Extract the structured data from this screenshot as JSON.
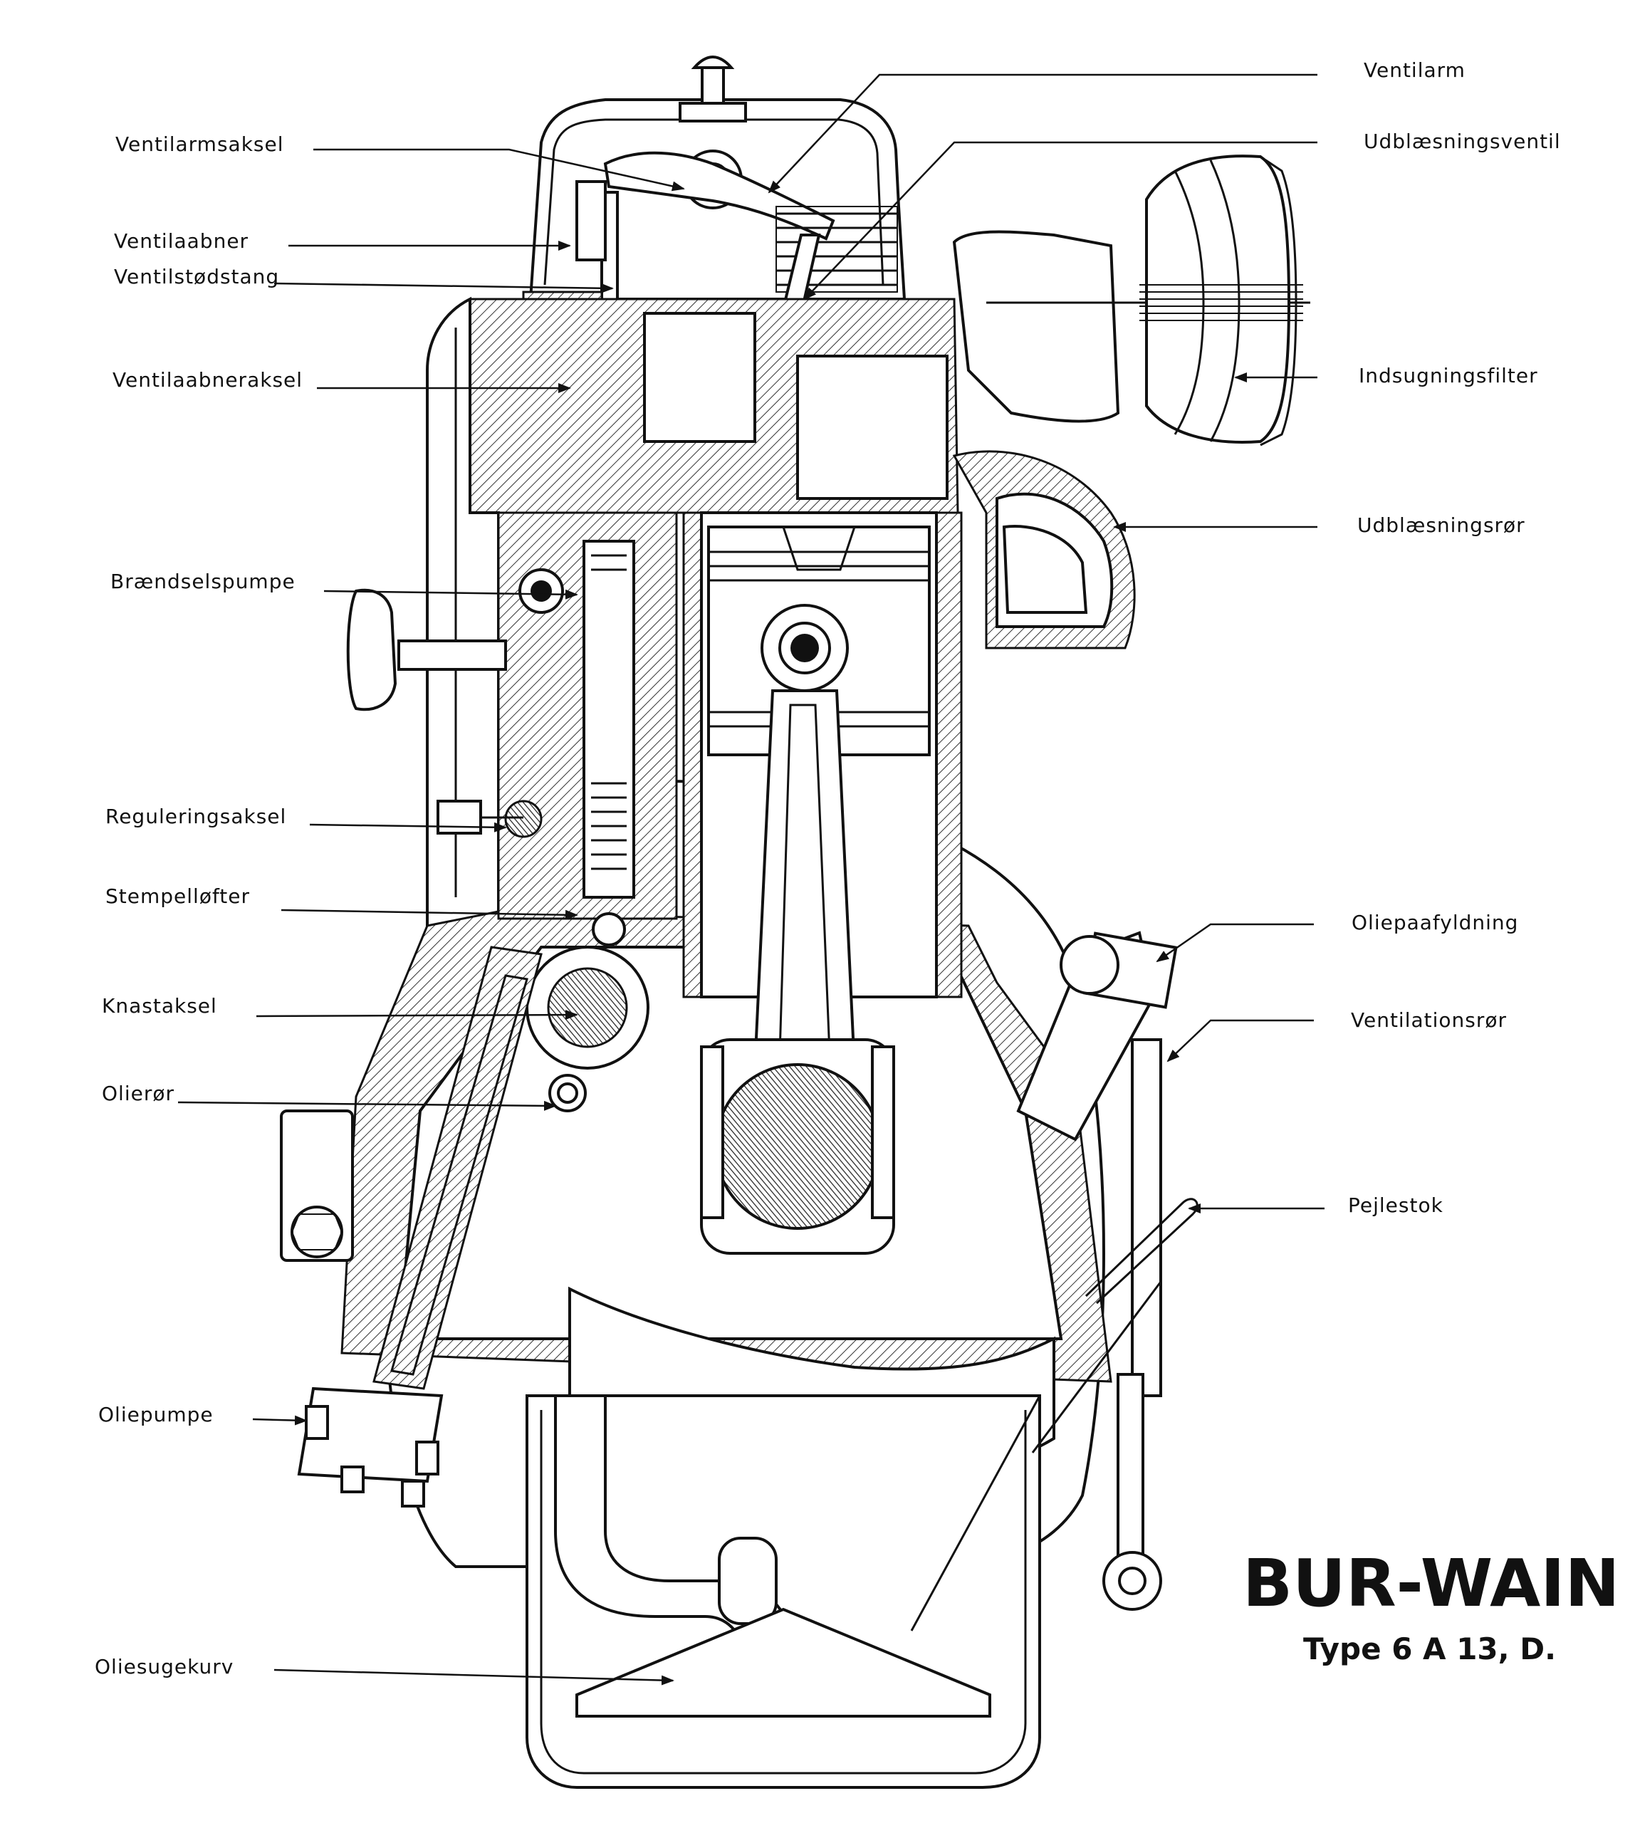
{
  "labels": {
    "ventilarm": "Ventilarm",
    "udblaesningsventil": "Udblæsningsventil",
    "ventilarmsaksel": "Ventilarmsaksel",
    "ventilaabner": "Ventilaabner",
    "ventilstoedstang": "Ventilstødstang",
    "ventilaabneraksel": "Ventilaabneraksel",
    "indsugningsfilter": "Indsugningsfilter",
    "udblaesningsroer": "Udblæsningsrør",
    "braendselspumpe": "Brændselspumpe",
    "reguleringsaksel": "Reguleringsaksel",
    "stempelloefter": "Stempelløfter",
    "knastaksel": "Knastaksel",
    "olieroer": "Olierør",
    "oliepaafyldning": "Oliepaafyldning",
    "ventilationsroer": "Ventilationsrør",
    "pejlestok": "Pejlestok",
    "oliepumpe": "Oliepumpe",
    "oliesugekurv": "Oliesugekurv"
  },
  "brand": {
    "name": "BUR-WAIN",
    "type": "Type 6 A 13, D."
  }
}
